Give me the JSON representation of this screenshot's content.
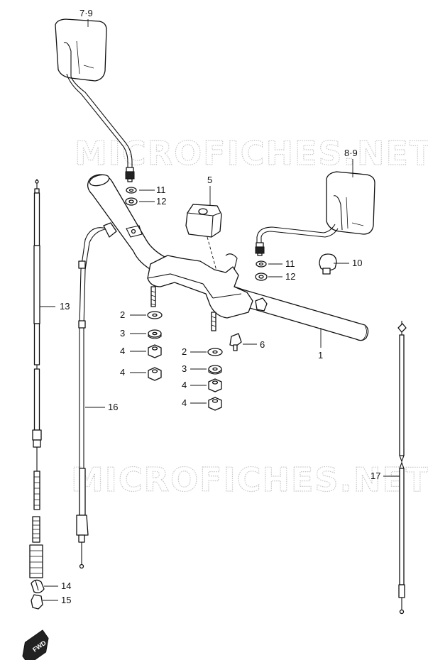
{
  "watermarks": [
    "MICROFICHES.NET",
    "MICROFICHES.NET"
  ],
  "callouts": [
    {
      "id": "c-7-9",
      "label": "7·9"
    },
    {
      "id": "c-8-9",
      "label": "8·9"
    },
    {
      "id": "c-11a",
      "label": "11"
    },
    {
      "id": "c-12a",
      "label": "12"
    },
    {
      "id": "c-5",
      "label": "5"
    },
    {
      "id": "c-11b",
      "label": "11"
    },
    {
      "id": "c-12b",
      "label": "12"
    },
    {
      "id": "c-10",
      "label": "10"
    },
    {
      "id": "c-13",
      "label": "13"
    },
    {
      "id": "c-2a",
      "label": "2"
    },
    {
      "id": "c-3a",
      "label": "3"
    },
    {
      "id": "c-4a",
      "label": "4"
    },
    {
      "id": "c-4b",
      "label": "4"
    },
    {
      "id": "c-2b",
      "label": "2"
    },
    {
      "id": "c-6",
      "label": "6"
    },
    {
      "id": "c-1",
      "label": "1"
    },
    {
      "id": "c-3b",
      "label": "3"
    },
    {
      "id": "c-4c",
      "label": "4"
    },
    {
      "id": "c-4d",
      "label": "4"
    },
    {
      "id": "c-16",
      "label": "16"
    },
    {
      "id": "c-17",
      "label": "17"
    },
    {
      "id": "c-14",
      "label": "14"
    },
    {
      "id": "c-15",
      "label": "15"
    }
  ],
  "fwd_badge": {
    "label": "FWD"
  }
}
